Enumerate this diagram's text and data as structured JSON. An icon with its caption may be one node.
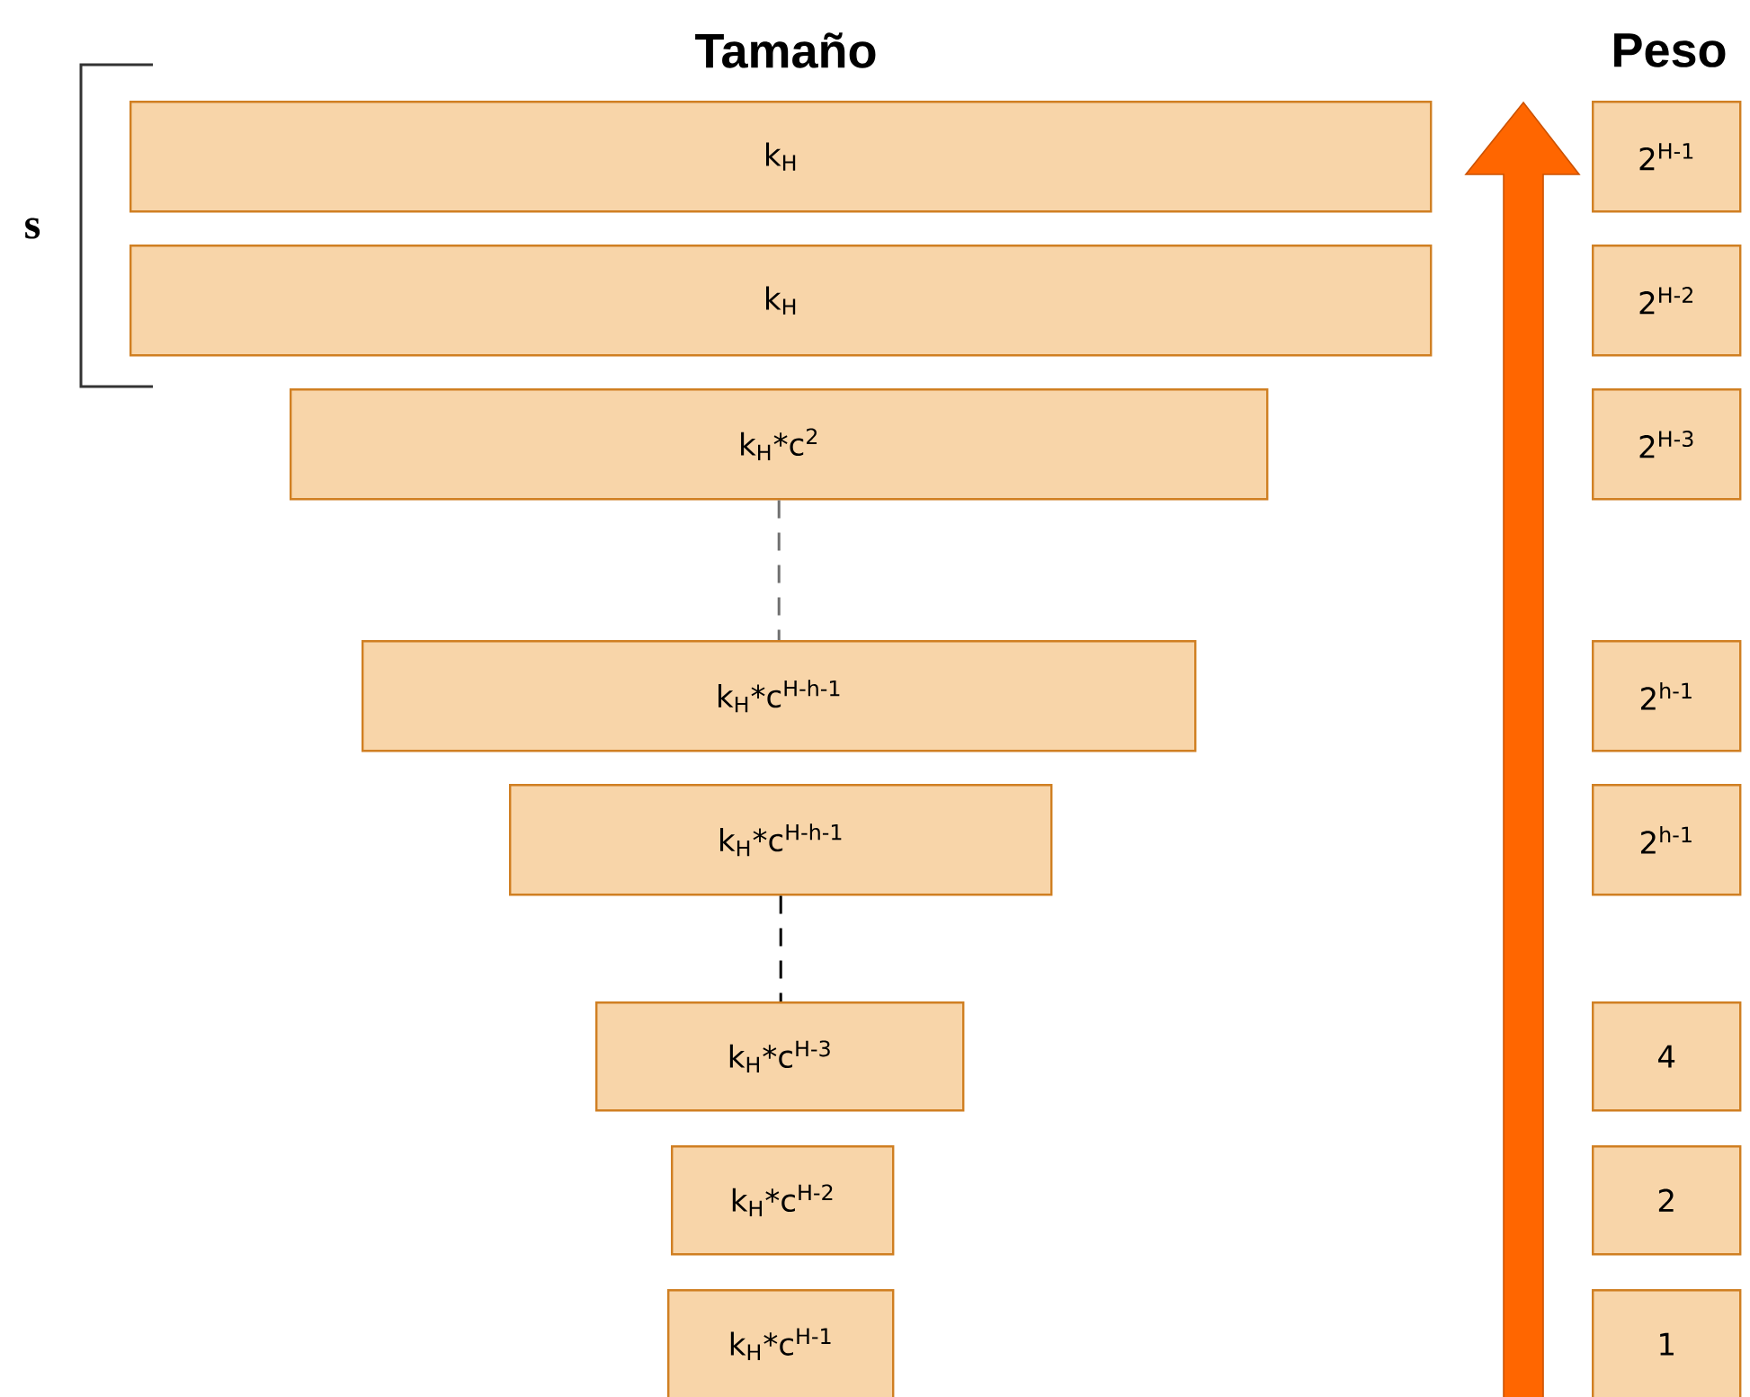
{
  "diagram": {
    "nodes": [
      {
        "text": [
          "k$_{H}$"
        ]
      },
      {
        "text": [
          "2$^{H-1}$"
        ]
      },
      {
        "text": [
          "k$_{H}$"
        ]
      },
      {
        "text": [
          "2$^{H-2}$"
        ]
      },
      {
        "text": [
          "k$_{H}$*c$^{2}$"
        ]
      },
      {
        "text": [
          "2$^{H-3}$"
        ]
      },
      {
        "text": [
          "k$_{H}$*c$^{H-h-1}$"
        ]
      },
      {
        "text": [
          "2$^{h-1}$"
        ]
      },
      {
        "text": [
          "k$_{H}$*c$^{H-h-1}$"
        ]
      },
      {
        "text": [
          "2$^{h-1}$"
        ]
      },
      {
        "text": [
          "k$_{H}$*c$^{H-3}$"
        ]
      },
      {
        "text": [
          "4"
        ]
      },
      {
        "text": [
          "k$_{H}$*c$^{H-2}$"
        ]
      },
      {
        "text": [
          "2"
        ]
      },
      {
        "text": [
          "k$_{H}$*c$^{H-1}$"
        ]
      },
      {
        "text": [
          "1"
        ]
      }
    ],
    "edges": [
      {
        "from": 4,
        "to": 6,
        "arrow": "none",
        "style": "dashed",
        "color": "#707070"
      },
      {
        "from": 8,
        "to": 10,
        "arrow": "none",
        "style": "dashed",
        "color": "#000000"
      }
    ],
    "labels": [
      "Tamaño",
      "Peso",
      "s"
    ]
  }
}
